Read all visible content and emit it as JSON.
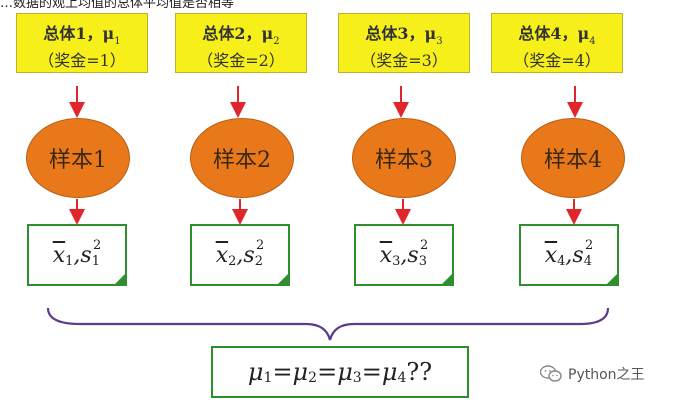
{
  "top_text": "…数据的观上均值的总体平均值是否相等",
  "populations": [
    {
      "line1": "总体1，μ",
      "sub": "1",
      "line2": "（奖金=1）"
    },
    {
      "line1": "总体2，μ",
      "sub": "2",
      "line2": "（奖金=2）"
    },
    {
      "line1": "总体3，μ",
      "sub": "3",
      "line2": "（奖金=3）"
    },
    {
      "line1": "总体4，μ",
      "sub": "4",
      "line2": "（奖金=4）"
    }
  ],
  "samples": [
    "样本1",
    "样本2",
    "样本3",
    "样本4"
  ],
  "stats": [
    {
      "x": "x",
      "i": "1",
      "comma": ", ",
      "s": "s"
    },
    {
      "x": "x",
      "i": "2",
      "comma": ", ",
      "s": "s"
    },
    {
      "x": "x",
      "i": "3",
      "comma": ", ",
      "s": "s"
    },
    {
      "x": "x",
      "i": "4",
      "comma": ", ",
      "s": "s"
    }
  ],
  "stat_exp": "2",
  "equation": {
    "mu": "μ",
    "eq": " = ",
    "subs": [
      "1",
      "2",
      "3",
      "4"
    ],
    "tail": "??"
  },
  "watermark": "Python之王",
  "colors": {
    "population_fill": "#f6ef1a",
    "sample_fill": "#e8781a",
    "arrow": "#e0262b",
    "frame": "#2f8f2f",
    "brace": "#5b3d8c"
  }
}
